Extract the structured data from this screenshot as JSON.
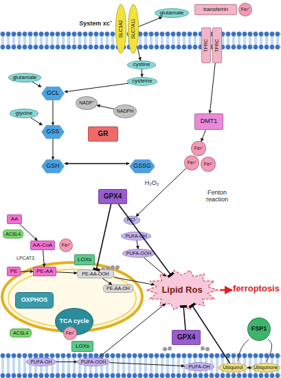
{
  "diagram": {
    "nodes": [
      {
        "text": [
          "glutamate"
        ]
      },
      {
        "text": [
          "SLC3A2"
        ]
      },
      {
        "text": [
          "SLC7A11"
        ]
      },
      {
        "text": [
          "transferrin"
        ]
      },
      {
        "text": [
          "Fe³⁺"
        ]
      },
      {
        "text": [
          "TFRC"
        ]
      },
      {
        "text": [
          "TFRC"
        ]
      },
      {
        "text": [
          "cystine"
        ]
      },
      {
        "text": [
          "cysteine"
        ]
      },
      {
        "text": [
          "glutamate"
        ]
      },
      {
        "text": [
          "GCL"
        ]
      },
      {
        "text": [
          "NADP⁺"
        ]
      },
      {
        "text": [
          "NADPH"
        ]
      },
      {
        "text": [
          "glycine"
        ]
      },
      {
        "text": [
          "GSS"
        ]
      },
      {
        "text": [
          "GR"
        ]
      },
      {
        "text": [
          "DMT1"
        ]
      },
      {
        "text": [
          "GSH"
        ]
      },
      {
        "text": [
          "GSSG"
        ]
      },
      {
        "text": [
          "Fe²⁺"
        ]
      },
      {
        "text": [
          "Fe²⁺"
        ]
      },
      {
        "text": [
          "Fe²⁺"
        ]
      },
      {
        "text": [
          "GPX4"
        ]
      },
      {
        "text": [
          "AA"
        ]
      },
      {
        "text": [
          "ACSL4"
        ]
      },
      {
        "text": [
          "AA-CoA"
        ]
      },
      {
        "text": [
          "Fe²⁺"
        ]
      },
      {
        "text": [
          "LOXs"
        ]
      },
      {
        "text": [
          "HO·"
        ]
      },
      {
        "text": [
          "PUFA-OH"
        ]
      },
      {
        "text": [
          "PUFA-OOH"
        ]
      },
      {
        "text": [
          "PE"
        ]
      },
      {
        "text": [
          "PE-AA"
        ]
      },
      {
        "text": [
          "PE-AA-OOH"
        ]
      },
      {
        "text": [
          "PE-AA-OH"
        ]
      },
      {
        "text": [
          "OXPHOS"
        ]
      },
      {
        "text": [
          "TCA cycle"
        ]
      },
      {
        "text": [
          "Lipid Ros"
        ]
      },
      {
        "text": [
          "GPX4"
        ]
      },
      {
        "text": [
          "FSP1"
        ]
      },
      {
        "text": [
          "ACSL4"
        ]
      },
      {
        "text": [
          "Fe²⁺"
        ]
      },
      {
        "text": [
          "LOXs"
        ]
      },
      {
        "text": [
          "PUFA-OH"
        ]
      },
      {
        "text": [
          "PUFA-OOH"
        ]
      },
      {
        "text": [
          "PUFA-OH"
        ]
      },
      {
        "text": [
          "Ubiquinol"
        ]
      },
      {
        "text": [
          "Ubiquinone"
        ]
      }
    ],
    "edges": [
      {
        "from": 2,
        "to": 0,
        "arrow": "to"
      },
      {
        "from": 2,
        "to": 7,
        "arrow": "to"
      },
      {
        "from": 7,
        "to": 8,
        "arrow": "to"
      },
      {
        "from": 8,
        "to": 10,
        "arrow": "to"
      },
      {
        "from": 9,
        "to": 10,
        "arrow": "to"
      },
      {
        "from": 10,
        "to": 14,
        "arrow": "to"
      },
      {
        "from": 13,
        "to": 14,
        "arrow": "to"
      },
      {
        "from": 14,
        "to": 17,
        "arrow": "to"
      },
      {
        "from": 17,
        "to": 18,
        "arrow": "to"
      },
      {
        "from": 18,
        "to": 17,
        "arrow": "to"
      },
      {
        "from": 12,
        "to": 11,
        "arrow": "to"
      },
      {
        "from": 6,
        "to": 16,
        "arrow": "to"
      },
      {
        "from": 16,
        "to": 19,
        "arrow": "to"
      },
      {
        "from": 22,
        "to": 37,
        "arrow": "to"
      },
      {
        "from": 22,
        "to": 33,
        "arrow": "to"
      },
      {
        "from": 23,
        "to": 25,
        "arrow": "to"
      },
      {
        "from": 25,
        "to": 32,
        "arrow": "to"
      },
      {
        "from": 31,
        "to": 32,
        "arrow": "to"
      },
      {
        "from": 32,
        "to": 33,
        "arrow": "to"
      },
      {
        "from": 33,
        "to": 34,
        "arrow": "to"
      },
      {
        "from": 33,
        "to": 37,
        "arrow": "to"
      },
      {
        "from": 20,
        "to": 28,
        "arrow": "to"
      },
      {
        "from": 29,
        "to": 30,
        "arrow": "to"
      },
      {
        "from": 30,
        "to": 37,
        "arrow": "to"
      },
      {
        "from": 43,
        "to": 44,
        "arrow": "to"
      },
      {
        "from": 44,
        "to": 45,
        "arrow": "to"
      },
      {
        "from": 44,
        "to": 37,
        "arrow": "to"
      },
      {
        "from": 38,
        "to": 37,
        "arrow": "to"
      },
      {
        "from": 46,
        "to": 37,
        "arrow": "to"
      },
      {
        "from": 47,
        "to": 46,
        "arrow": "to"
      }
    ],
    "labels": [
      "System xc⁻",
      "H₂O₂",
      "Fenton reaction",
      "LPCAT3",
      "ferroptosis"
    ]
  }
}
